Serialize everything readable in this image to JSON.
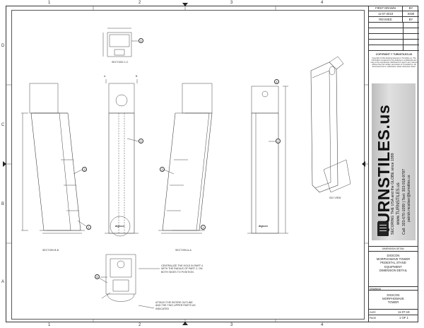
{
  "zones": {
    "columns": [
      "1",
      "2",
      "3",
      "4"
    ],
    "rows": [
      "D",
      "C",
      "B",
      "A"
    ]
  },
  "views": {
    "section_cc": "SECTION C-C",
    "section_bb": "SECTION B-B",
    "section_aa": "SECTION A-A",
    "iso_view": "ISO VIEW",
    "balloons": [
      "1",
      "2",
      "3",
      "4",
      "5"
    ],
    "notes": {
      "centralize": "CENTRALIZE THE HOLE IN PART 4 WITH THE RADIUS OF PART 2, ON BOTH SIDES TO POSITION",
      "attach": "ATTACH THE ENTIRE OUTLINE AND THE TWO UPPER PARTS AS INDICATED"
    },
    "section_markers": [
      "A",
      "B"
    ],
    "brand_plate": "digicon"
  },
  "title_block": {
    "first_drawn_label": "FIRST DRAWN",
    "by_label": "BY",
    "first_drawn_date": "11-07-2019",
    "side_label": "SIDE",
    "revised_label": "REVISED",
    "revised_by_label": "BY",
    "copyright_title": "COPYRIGHT © TURNSTILES.US",
    "copyright_text": "Copyright of this drawing belongs to Turnstiles.us. The information contained in this drawing is confidential and may not be reproduced, distributed or used in any manner without the prior written permission of Turnstiles.us. All dimensions are in millimeters unless otherwise noted.",
    "banner": {
      "brand": "TURNSTILES.us",
      "tagline": "SECURING THE USA and the GLOBE since 1999",
      "website": "www.TURNSTILES.us",
      "phones": "Call: 303-670-1099  |  Text: 303-918-9787",
      "email": "patrick.mcaliser@turnstiles.us"
    },
    "dimension_detail_label": "DIMENSION DETAIL",
    "description": [
      "DIGICON",
      "MORPHOWAVE TOWER",
      "PEDESTAL STAND",
      "EQUIPMENT",
      "DIMENSION DETAIL"
    ],
    "drawing_label": "DRAWING",
    "drawing_name": [
      "DIGICON",
      "MORPHOWAVE",
      "TOWER"
    ],
    "date_label": "DATE",
    "date_value": "11-07-19",
    "page_label": "PAGE",
    "page_value": "1  OF  1"
  }
}
